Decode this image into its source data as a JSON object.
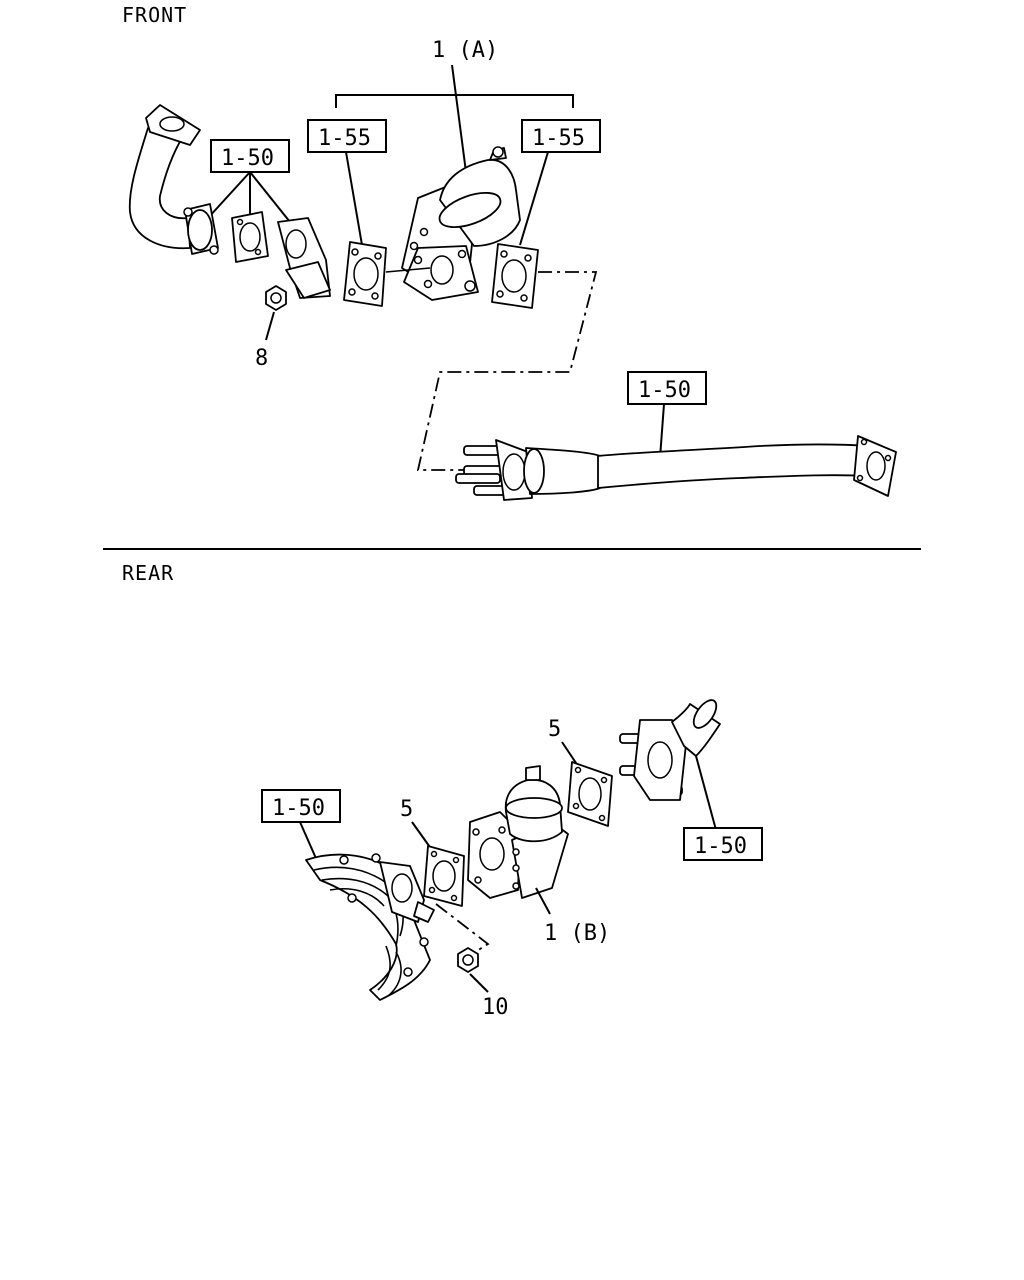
{
  "sections": {
    "front": "FRONT",
    "rear": "REAR"
  },
  "front": {
    "callout_1a": "1 (A)",
    "ref_1_50_left": "1-50",
    "ref_1_55_left": "1-55",
    "ref_1_55_right": "1-55",
    "ref_1_50_pipe": "1-50",
    "nut_8": "8"
  },
  "rear": {
    "ref_1_50_left": "1-50",
    "ref_1_50_right": "1-50",
    "gasket_5_left": "5",
    "gasket_5_right": "5",
    "callout_1b": "1 (B)",
    "nut_10": "10"
  }
}
